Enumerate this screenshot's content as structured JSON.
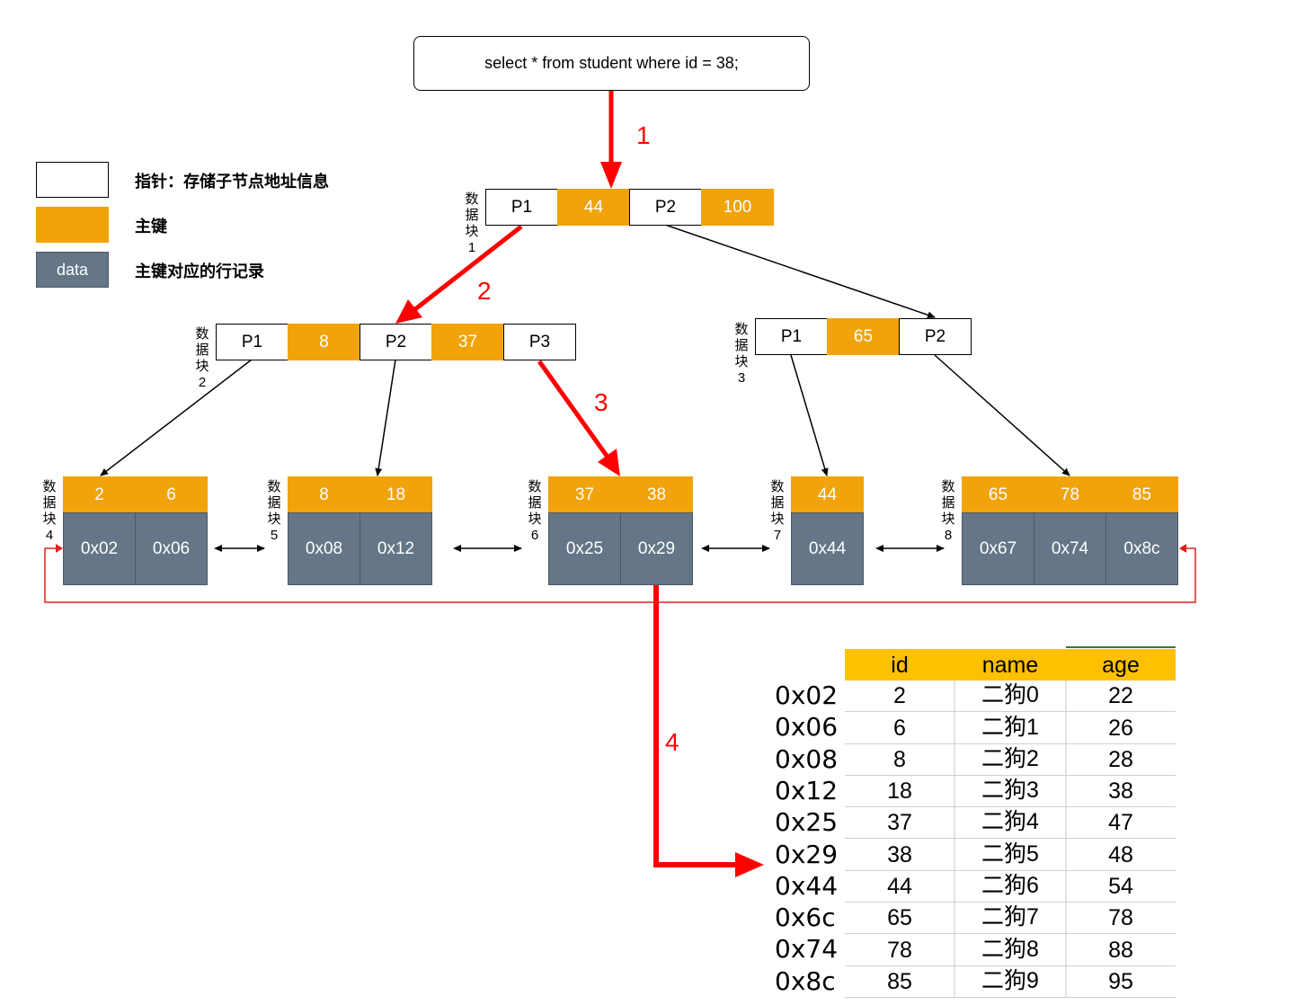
{
  "query": "select * from student where id = 38;",
  "legend": {
    "pointer_text": "指针：存储子节点地址信息",
    "key_text": "主键",
    "data_box": "data",
    "data_text": "主键对应的行记录"
  },
  "steps": [
    "1",
    "2",
    "3",
    "4"
  ],
  "colors": {
    "pointer": "#ffffff",
    "key": "#f0a30a",
    "data": "#647687",
    "highlight": "#ff0000",
    "table_header": "#ffc000"
  },
  "block_label": [
    "数",
    "据",
    "块"
  ],
  "root": {
    "label_num": "1",
    "cells": [
      "P1",
      "44",
      "P2",
      "100"
    ]
  },
  "level2_left": {
    "label_num": "2",
    "cells": [
      "P1",
      "8",
      "P2",
      "37",
      "P3"
    ]
  },
  "level2_right": {
    "label_num": "3",
    "cells": [
      "P1",
      "65",
      "P2"
    ]
  },
  "leaves": [
    {
      "label_num": "4",
      "keys": [
        "2",
        "6"
      ],
      "data": [
        "0x02",
        "0x06"
      ]
    },
    {
      "label_num": "5",
      "keys": [
        "8",
        "18"
      ],
      "data": [
        "0x08",
        "0x12"
      ]
    },
    {
      "label_num": "6",
      "keys": [
        "37",
        "38"
      ],
      "data": [
        "0x25",
        "0x29"
      ]
    },
    {
      "label_num": "7",
      "keys": [
        "44"
      ],
      "data": [
        "0x44"
      ]
    },
    {
      "label_num": "8",
      "keys": [
        "65",
        "78",
        "85"
      ],
      "data": [
        "0x67",
        "0x74",
        "0x8c"
      ]
    }
  ],
  "table": {
    "headers": [
      "id",
      "name",
      "age"
    ],
    "rows": [
      {
        "addr": "0x02",
        "id": "2",
        "name": "二狗0",
        "age": "22"
      },
      {
        "addr": "0x06",
        "id": "6",
        "name": "二狗1",
        "age": "26"
      },
      {
        "addr": "0x08",
        "id": "8",
        "name": "二狗2",
        "age": "28"
      },
      {
        "addr": "0x12",
        "id": "18",
        "name": "二狗3",
        "age": "38"
      },
      {
        "addr": "0x25",
        "id": "37",
        "name": "二狗4",
        "age": "47"
      },
      {
        "addr": "0x29",
        "id": "38",
        "name": "二狗5",
        "age": "48"
      },
      {
        "addr": "0x44",
        "id": "44",
        "name": "二狗6",
        "age": "54"
      },
      {
        "addr": "0x6c",
        "id": "65",
        "name": "二狗7",
        "age": "78"
      },
      {
        "addr": "0x74",
        "id": "78",
        "name": "二狗8",
        "age": "88"
      },
      {
        "addr": "0x8c",
        "id": "85",
        "name": "二狗9",
        "age": "95"
      }
    ]
  }
}
